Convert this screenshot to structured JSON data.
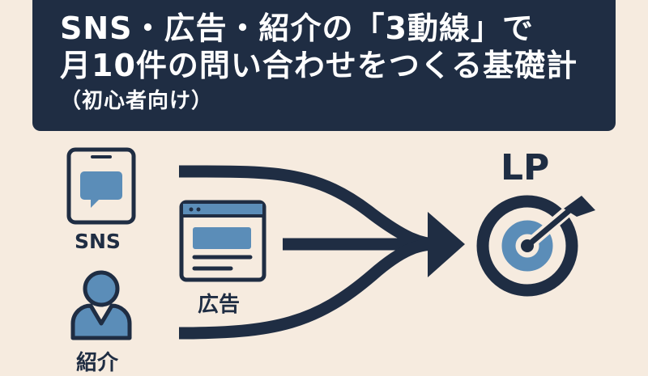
{
  "header": {
    "line1": "SNS・広告・紹介の「3動線」で",
    "line2": "月10件の問い合わせをつくる基礎計",
    "line3": "（初心者向け）"
  },
  "sources": [
    {
      "label": "SNS",
      "icon": "smartphone-chat-icon"
    },
    {
      "label": "広告",
      "icon": "browser-window-icon"
    },
    {
      "label": "紹介",
      "icon": "person-icon"
    }
  ],
  "target": {
    "label": "LP",
    "icon": "target-arrow-icon"
  },
  "colors": {
    "background": "#f6ebdf",
    "navy": "#1f2d43",
    "accent_blue": "#5b8db8"
  }
}
